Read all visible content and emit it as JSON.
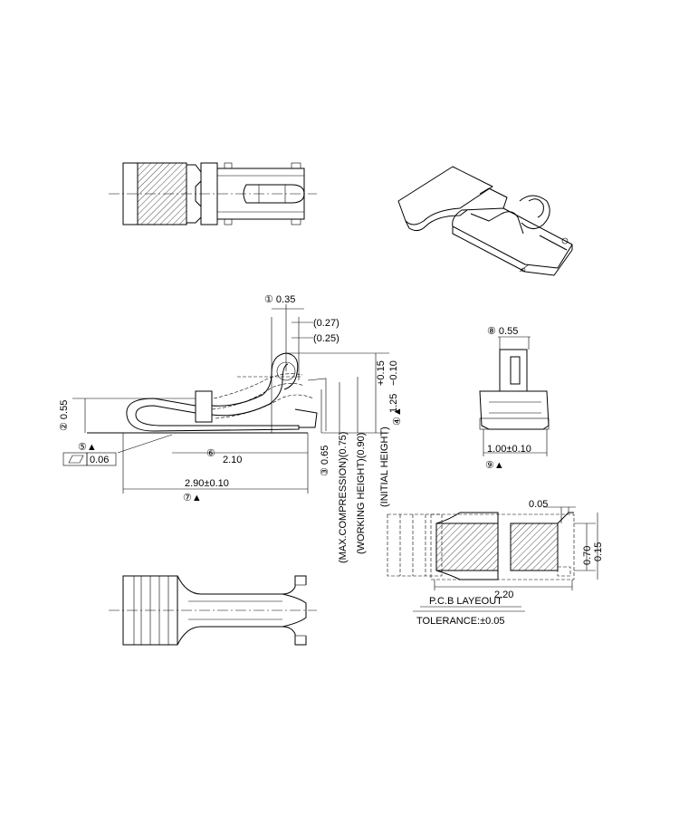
{
  "dims": {
    "d1": "① 0.35",
    "d_027": "(0.27)",
    "d_025": "(0.25)",
    "d2": "② 0.55",
    "d5": "⑤▲",
    "flat_tol": "0.06",
    "d6": "⑥",
    "d6_val": "2.10",
    "d7_val": "2.90±0.10",
    "d7": "⑦▲",
    "d3": "③ 0.65",
    "max_comp": "(MAX.COMPRESSION)(0.75)",
    "working": "(WORKING HEIGHT)(0.90)",
    "initial": "(INITIAL HEIGHT)",
    "d4_val": "1.25",
    "d4_tol_plus": "+0.15",
    "d4_tol_minus": "−0.10",
    "d4": "④▲",
    "d8": "⑧ 0.55",
    "d9_val": "1.00±0.10",
    "d9": "⑨▲",
    "pcb_005": "0.05",
    "pcb_070": "0.70",
    "pcb_015": "0.15",
    "pcb_220": "2.20"
  },
  "pcb": {
    "title": "P.C.B  LAYEOUT",
    "tolerance": "TOLERANCE:±0.05"
  }
}
